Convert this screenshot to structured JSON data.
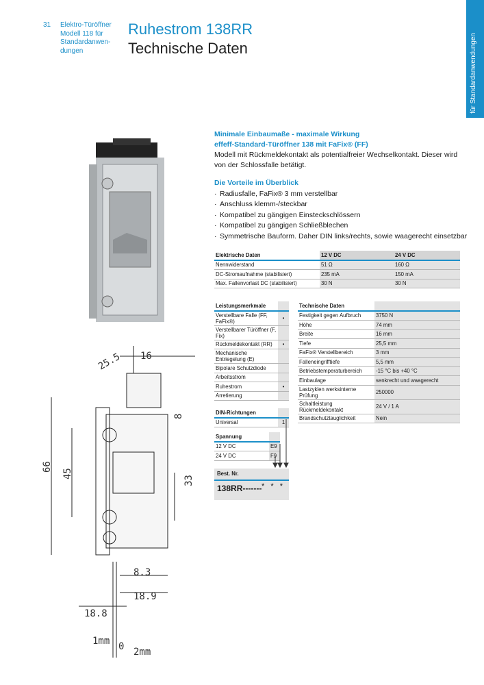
{
  "header": {
    "page_number": "31",
    "section_lines": [
      "Elektro-Türöffner",
      "Modell 118 für",
      "Standardanwen-",
      "dungen"
    ],
    "title": "Ruhestrom 138RR",
    "subtitle": "Technische Daten",
    "side_tab": "für Standardanwendungen"
  },
  "intro": {
    "heading1": "Minimale Einbaumaße - maximale Wirkung",
    "heading2": "effeff-Standard-Türöffner 138 mit FaFix® (FF)",
    "text": "Modell mit Rückmeldekontakt als potentialfreier Wechselkontakt. Dieser wird von der Schlossfalle betätigt."
  },
  "vorteile": {
    "heading": "Die Vorteile im Überblick",
    "items": [
      "Radiusfalle, FaFix® 3 mm verstellbar",
      "Anschluss klemm-/steckbar",
      "Kompatibel zu gängigen Einsteckschlössern",
      "Kompatibel zu gängigen Schließblechen",
      "Symmetrische Bauform. Daher DIN links/rechts, sowie waagerecht einsetzbar"
    ]
  },
  "elektrische": {
    "headers": [
      "Elektrische Daten",
      "12 V DC",
      "24 V DC"
    ],
    "rows": [
      [
        "Nennwiderstand",
        "51 Ω",
        "160 Ω"
      ],
      [
        "DC-Stromaufnahme (stabilisiert)",
        "235 mA",
        "150 mA"
      ],
      [
        "Max. Fallenvorlast DC (stabilisiert)",
        "30 N",
        "30 N"
      ]
    ]
  },
  "leistung": {
    "header": "Leistungsmerkmale",
    "rows": [
      [
        "Verstellbare Falle (FF, FaFix®)",
        "•"
      ],
      [
        "Verstellbarer Türöffner (F, Fix)",
        ""
      ],
      [
        "Rückmeldekontakt (RR)",
        "•"
      ],
      [
        "Mechanische Entriegelung (E)",
        ""
      ],
      [
        "Bipolare Schutzdiode",
        ""
      ],
      [
        "Arbeitsstrom",
        ""
      ],
      [
        "Ruhestrom",
        "•"
      ],
      [
        "Arretierung",
        ""
      ]
    ]
  },
  "technische": {
    "header": "Technische Daten",
    "rows": [
      [
        "Festigkeit gegen Aufbruch",
        "3750 N"
      ],
      [
        "Höhe",
        "74 mm"
      ],
      [
        "Breite",
        "16 mm"
      ],
      [
        "Tiefe",
        "25,5 mm"
      ],
      [
        "FaFix® Verstellbereich",
        "3 mm"
      ],
      [
        "Falleneingrifftiefe",
        "5,5 mm"
      ],
      [
        "Betriebstemperaturbereich",
        "-15 °C bis +40 °C"
      ],
      [
        "Einbaulage",
        "senkrecht und waagerecht"
      ],
      [
        "Lastzyklen werksinterne Prüfung",
        "250000"
      ],
      [
        "Schaltleistung Rückmeldekontakt",
        "24 V / 1 A"
      ],
      [
        "Brandschutztauglichkeit",
        "Nein"
      ]
    ]
  },
  "din": {
    "header": "DIN-Richtungen",
    "row": [
      "Universal",
      "1"
    ]
  },
  "spannung": {
    "header": "Spannung",
    "rows": [
      [
        "12 V DC",
        "E9"
      ],
      [
        "24 V DC",
        "F9"
      ]
    ]
  },
  "bestell": {
    "label": "Best. Nr.",
    "code": "138RR-------",
    "stars": "* * *"
  },
  "drawing": {
    "dims": [
      "25.5",
      "16",
      "8",
      "66",
      "45",
      "33",
      "8.3",
      "18.9",
      "18.8",
      "1mm",
      "0",
      "2mm"
    ]
  },
  "colors": {
    "accent": "#1b8fc9"
  }
}
